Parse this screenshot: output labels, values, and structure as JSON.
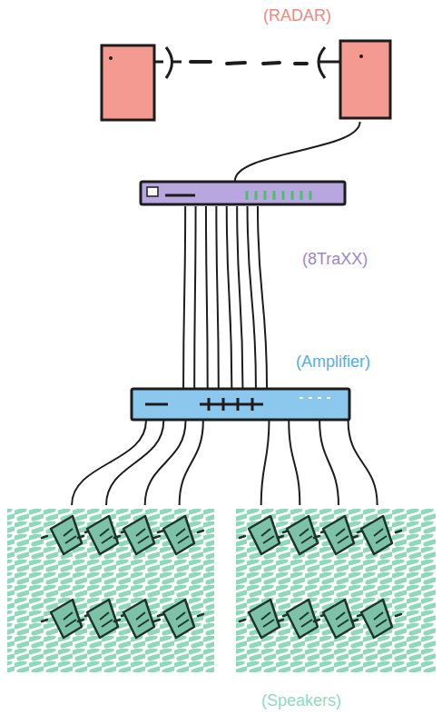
{
  "diagram": {
    "nodes": [
      {
        "text": [
          "(RADAR)"
        ]
      },
      {
        "text": [
          "(8TraXX)"
        ]
      },
      {
        "text": [
          "(Amplifier)"
        ]
      },
      {
        "text": [
          "(Speakers)"
        ]
      }
    ],
    "edges": [
      {
        "from": 0,
        "to": 1,
        "arrow": "none"
      },
      {
        "from": 1,
        "to": 2,
        "arrow": "none"
      },
      {
        "from": 2,
        "to": 3,
        "arrow": "none"
      }
    ]
  }
}
